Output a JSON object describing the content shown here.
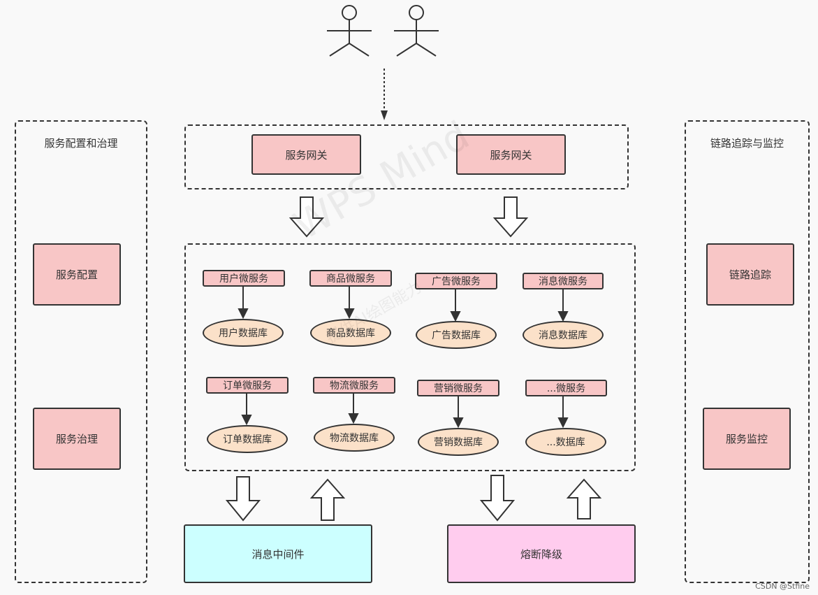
{
  "left_panel": {
    "title": "服务配置和治理",
    "items": [
      "服务配置",
      "服务治理"
    ]
  },
  "right_panel": {
    "title": "链路追踪与监控",
    "items": [
      "链路追踪",
      "服务监控"
    ]
  },
  "gateway": {
    "items": [
      "服务网关",
      "服务网关"
    ]
  },
  "services": [
    {
      "service": "用户微服务",
      "database": "用户数据库"
    },
    {
      "service": "商品微服务",
      "database": "商品数据库"
    },
    {
      "service": "广告微服务",
      "database": "广告数据库"
    },
    {
      "service": "消息微服务",
      "database": "消息数据库"
    },
    {
      "service": "订单微服务",
      "database": "订单数据库"
    },
    {
      "service": "物流微服务",
      "database": "物流数据库"
    },
    {
      "service": "营销微服务",
      "database": "营销数据库"
    },
    {
      "service": "...微服务",
      "database": "...数据库"
    }
  ],
  "bottom": {
    "message_middleware": "消息中间件",
    "circuit_breaker": "熔断降级"
  },
  "colors": {
    "service_fill": "#f8c6c6",
    "database_fill": "#fbe1c9",
    "message_middleware_fill": "#ccffff",
    "circuit_breaker_fill": "#ffccee"
  },
  "watermark": {
    "main": "WPS Mind",
    "sub": "提供AI绘图能力"
  },
  "credit": "CSDN @Stfine"
}
